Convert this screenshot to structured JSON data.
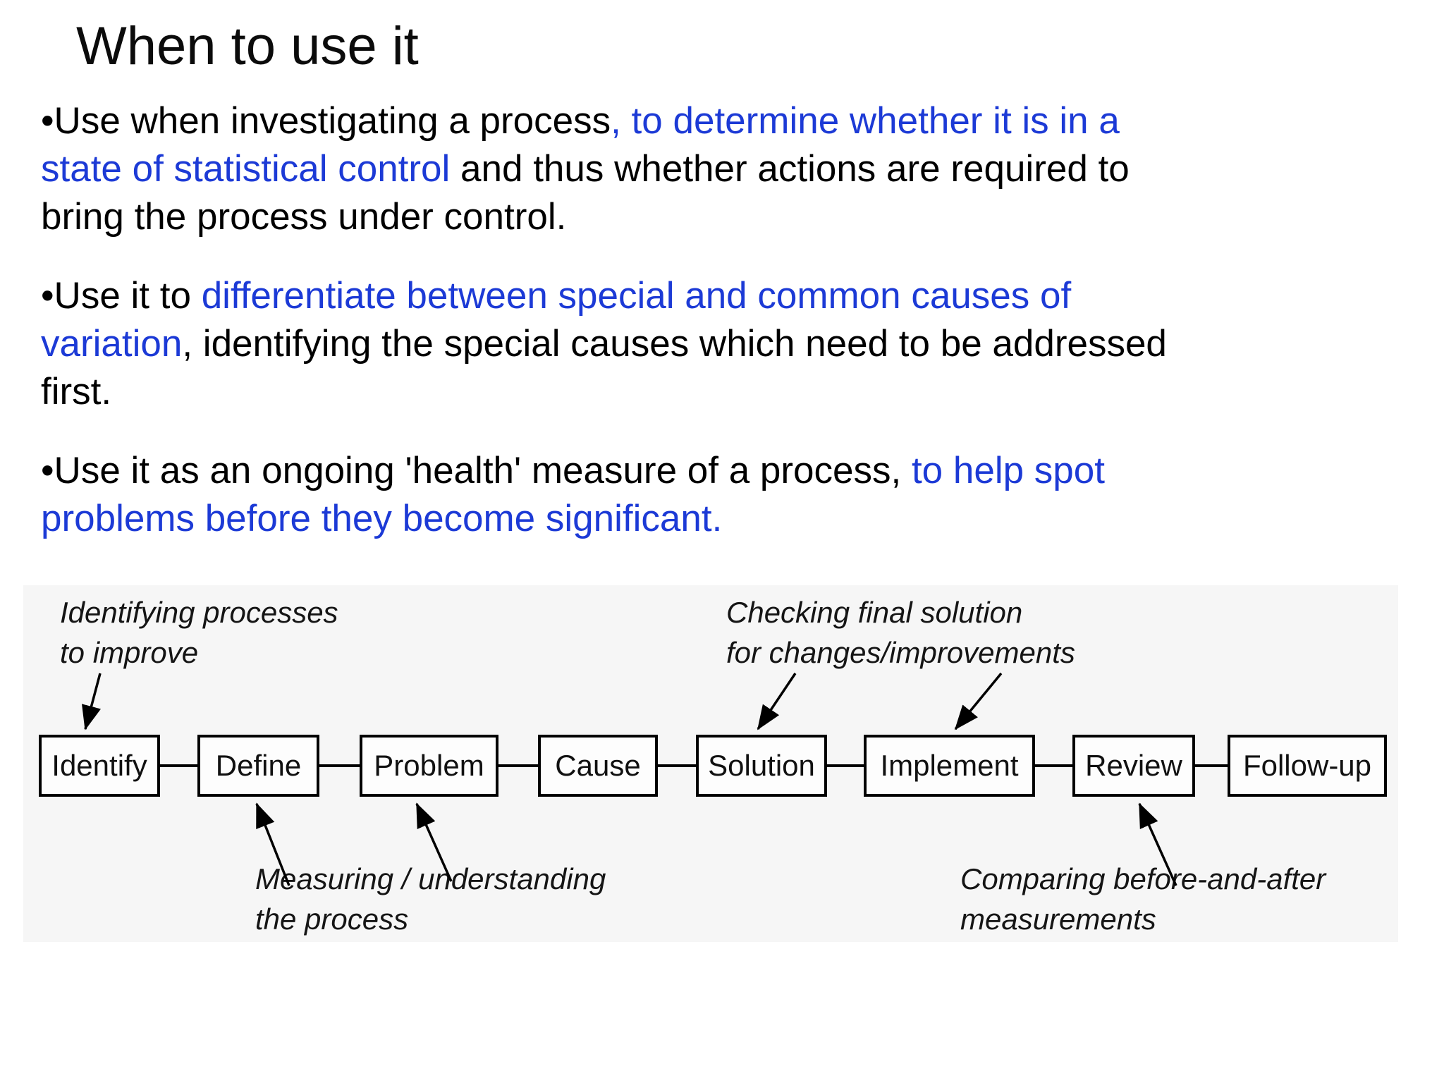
{
  "title": "When to use it",
  "colors": {
    "accent_blue": "#1c3ad6",
    "text_black": "#000000",
    "diagram_background": "#f6f6f6"
  },
  "bullets": [
    {
      "lines": [
        [
          {
            "text": "•Use when investigating a process",
            "color": "black"
          },
          {
            "text": ", to determine whether it is in a",
            "color": "blue"
          }
        ],
        [
          {
            "text": "state of statistical control",
            "color": "blue"
          },
          {
            "text": " and thus whether actions are required to",
            "color": "black"
          }
        ],
        [
          {
            "text": "bring the process under control.",
            "color": "black"
          }
        ]
      ]
    },
    {
      "lines": [
        [
          {
            "text": "•Use it to ",
            "color": "black"
          },
          {
            "text": "differentiate between special and common causes of",
            "color": "blue"
          }
        ],
        [
          {
            "text": "variation",
            "color": "blue"
          },
          {
            "text": ", identifying the special causes which need to be addressed",
            "color": "black"
          }
        ],
        [
          {
            "text": "first.",
            "color": "black"
          }
        ]
      ]
    },
    {
      "lines": [
        [
          {
            "text": "•Use it as an ongoing 'health' measure of a process,",
            "color": "black"
          },
          {
            "text": " to help spot",
            "color": "blue"
          }
        ],
        [
          {
            "text": "problems before they become significant.",
            "color": "blue"
          }
        ]
      ]
    }
  ],
  "diagram": {
    "boxes": [
      "Identify",
      "Define",
      "Problem",
      "Cause",
      "Solution",
      "Implement",
      "Review",
      "Follow-up"
    ],
    "annotations": [
      {
        "lines": [
          "Identifying processes",
          "to improve"
        ],
        "points_to": "Identify"
      },
      {
        "lines": [
          "Checking final solution",
          "for changes/improvements"
        ],
        "points_to": "Solution, Implement"
      },
      {
        "lines": [
          "Measuring / understanding",
          "the process"
        ],
        "points_to": "Define, Problem"
      },
      {
        "lines": [
          "Comparing before-and-after",
          "measurements"
        ],
        "points_to": "Review"
      }
    ]
  }
}
